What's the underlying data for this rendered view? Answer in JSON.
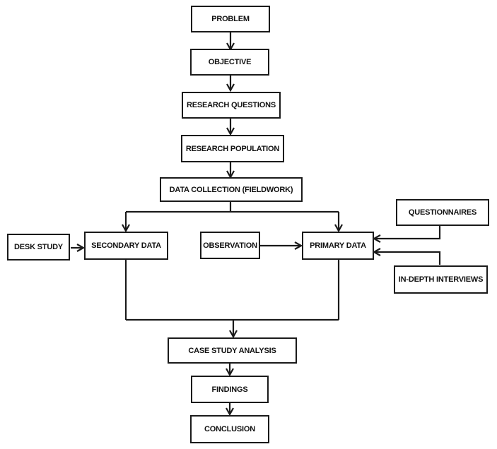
{
  "nodes": {
    "problem": "PROBLEM",
    "objective": "OBJECTIVE",
    "research_questions": "RESEARCH QUESTIONS",
    "research_population": "RESEARCH POPULATION",
    "data_collection": "DATA COLLECTION (FIELDWORK)",
    "desk_study": "DESK STUDY",
    "secondary_data": "SECONDARY DATA",
    "observation": "OBSERVATION",
    "primary_data": "PRIMARY DATA",
    "questionnaires": "QUESTIONNAIRES",
    "in_depth_interviews": "IN-DEPTH INTERVIEWS",
    "case_study_analysis": "CASE STUDY ANALYSIS",
    "findings": "FINDINGS",
    "conclusion": "CONCLUSION"
  },
  "edges": [
    {
      "from": "problem",
      "to": "objective"
    },
    {
      "from": "objective",
      "to": "research_questions"
    },
    {
      "from": "research_questions",
      "to": "research_population"
    },
    {
      "from": "research_population",
      "to": "data_collection"
    },
    {
      "from": "data_collection",
      "to": "secondary_data"
    },
    {
      "from": "data_collection",
      "to": "primary_data"
    },
    {
      "from": "desk_study",
      "to": "secondary_data"
    },
    {
      "from": "observation",
      "to": "primary_data"
    },
    {
      "from": "questionnaires",
      "to": "primary_data"
    },
    {
      "from": "in_depth_interviews",
      "to": "primary_data"
    },
    {
      "from": "secondary_data",
      "to": "case_study_analysis"
    },
    {
      "from": "primary_data",
      "to": "case_study_analysis"
    },
    {
      "from": "case_study_analysis",
      "to": "findings"
    },
    {
      "from": "findings",
      "to": "conclusion"
    }
  ]
}
